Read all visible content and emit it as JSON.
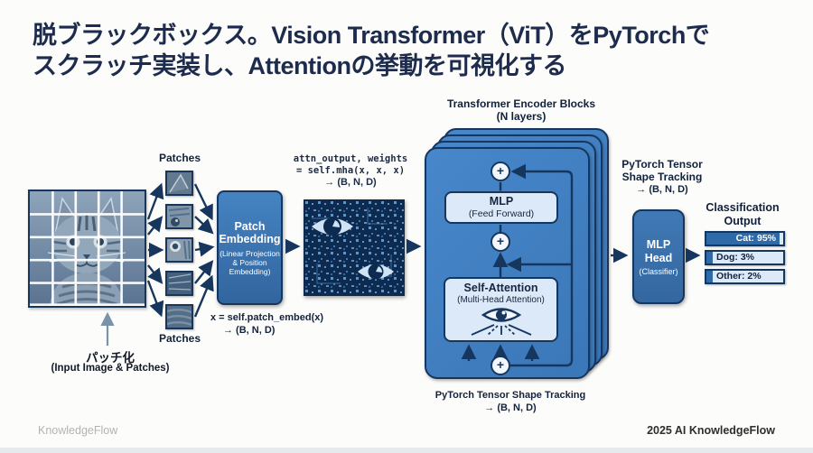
{
  "title": {
    "line1": "脱ブラックボックス。Vision Transformer（ViT）をPyTorchで",
    "line2": "スクラッチ実装し、Attentionの挙動を可視化する"
  },
  "input": {
    "patches_top": "Patches",
    "patches_bottom": "Patches",
    "caption_jp": "パッチ化",
    "caption_en": "(Input Image & Patches)"
  },
  "patch_embedding": {
    "title_l1": "Patch",
    "title_l2": "Embedding",
    "subtitle_l1": "(Linear Projection",
    "subtitle_l2": "& Position",
    "subtitle_l3": "Embedding)"
  },
  "code_attention": {
    "l1": "attn_output, weights",
    "l2": "= self.mha(x, x, x)",
    "l3": "→ (B, N, D)"
  },
  "code_patch_embed": {
    "l1": "x = self.patch_embed(x)",
    "l2": "→ (B, N, D)"
  },
  "encoder": {
    "title_l1": "Transformer Encoder Blocks",
    "title_l2": "(N layers)",
    "plus": "+",
    "mlp": {
      "title": "MLP",
      "subtitle": "(Feed Forward)"
    },
    "self_attention": {
      "title": "Self-Attention",
      "subtitle": "(Multi-Head Attention)"
    },
    "shape_note_l1": "PyTorch Tensor Shape Tracking",
    "shape_note_l2": "→ (B, N, D)"
  },
  "mlp_head": {
    "shape_note_l1": "PyTorch Tensor",
    "shape_note_l2": "Shape Tracking",
    "shape_note_l3": "→ (B, N, D)",
    "title_l1": "MLP",
    "title_l2": "Head",
    "subtitle": "(Classifier)"
  },
  "classification": {
    "title_l1": "Classification",
    "title_l2": "Output",
    "bars": [
      {
        "label": "Cat: 95%",
        "pct": 95
      },
      {
        "label": "Dog: 3%",
        "pct": 8
      },
      {
        "label": "Other: 2%",
        "pct": 8
      }
    ]
  },
  "footer": {
    "left": "KnowledgeFlow",
    "right": "2025 AI KnowledgeFlow"
  },
  "colors": {
    "deep_navy": "#16365e",
    "block_blue": "#4181c4",
    "box_blue": "#3a74b0",
    "light_panel": "#dce9f8",
    "bar_fill": "#2e6aa8",
    "attention_bg": "#0d2b50",
    "title_navy": "#1d2b4d"
  }
}
